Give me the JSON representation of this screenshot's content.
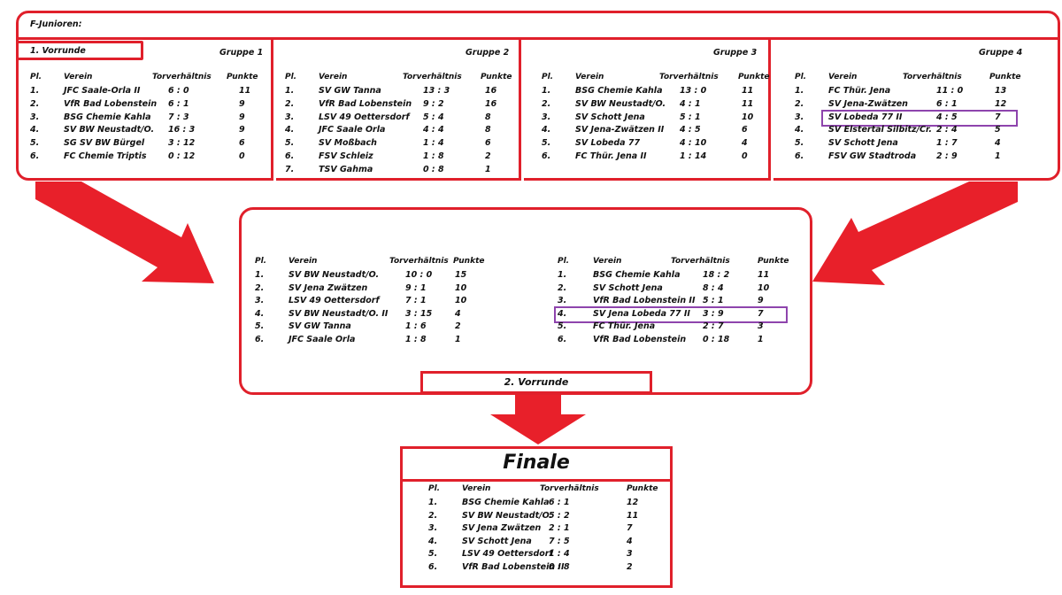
{
  "section_title": "F-Junioren:",
  "round1_label": "1.  Vorrunde",
  "round2_label": "2. Vorrunde",
  "final_label": "Finale",
  "headers": {
    "pl": "Pl.",
    "verein": "Verein",
    "tore": "Torverhältnis",
    "punkte": "Punkte"
  },
  "accent_color": "#e0202b",
  "highlight_color": "#8e44ad",
  "groups": [
    {
      "name": "Gruppe 1",
      "rows": [
        {
          "pl": "1.",
          "team": "JFC Saale-Orla II",
          "goals": "6 : 0",
          "pts": "11"
        },
        {
          "pl": "2.",
          "team": "VfR Bad Lobenstein",
          "goals": "6 : 1",
          "pts": "9"
        },
        {
          "pl": "3.",
          "team": "BSG Chemie Kahla",
          "goals": "7 : 3",
          "pts": "9"
        },
        {
          "pl": "4.",
          "team": "SV BW Neustadt/O.",
          "goals": "16 : 3",
          "pts": "9"
        },
        {
          "pl": "5.",
          "team": "SG SV BW Bürgel",
          "goals": "3 : 12",
          "pts": "6"
        },
        {
          "pl": "6.",
          "team": "FC Chemie Triptis",
          "goals": "0 : 12",
          "pts": "0"
        }
      ]
    },
    {
      "name": "Gruppe 2",
      "rows": [
        {
          "pl": "1.",
          "team": "SV GW Tanna",
          "goals": "13 : 3",
          "pts": "16"
        },
        {
          "pl": "2.",
          "team": "VfR Bad Lobenstein",
          "goals": "9 : 2",
          "pts": "16"
        },
        {
          "pl": "3.",
          "team": "LSV 49 Oettersdorf",
          "goals": "5 : 4",
          "pts": "8"
        },
        {
          "pl": "4.",
          "team": "JFC Saale Orla",
          "goals": "4 : 4",
          "pts": "8"
        },
        {
          "pl": "5.",
          "team": "SV Moßbach",
          "goals": "1 : 4",
          "pts": "6"
        },
        {
          "pl": "6.",
          "team": "FSV Schleiz",
          "goals": "1 : 8",
          "pts": "2"
        },
        {
          "pl": "7.",
          "team": "TSV Gahma",
          "goals": "0 : 8",
          "pts": "1"
        }
      ]
    },
    {
      "name": "Gruppe 3",
      "rows": [
        {
          "pl": "1.",
          "team": "BSG Chemie Kahla",
          "goals": "13 : 0",
          "pts": "11"
        },
        {
          "pl": "2.",
          "team": "SV BW Neustadt/O.",
          "goals": "4 : 1",
          "pts": "11"
        },
        {
          "pl": "3.",
          "team": "SV Schott Jena",
          "goals": "5 : 1",
          "pts": "10"
        },
        {
          "pl": "4.",
          "team": "SV Jena-Zwätzen II",
          "goals": "4 : 5",
          "pts": "6"
        },
        {
          "pl": "5.",
          "team": "SV Lobeda 77",
          "goals": "4 : 10",
          "pts": "4"
        },
        {
          "pl": "6.",
          "team": "FC Thür. Jena II",
          "goals": "1 : 14",
          "pts": "0"
        }
      ]
    },
    {
      "name": "Gruppe 4",
      "rows": [
        {
          "pl": "1.",
          "team": "FC Thür. Jena",
          "goals": "11 : 0",
          "pts": "13"
        },
        {
          "pl": "2.",
          "team": "SV Jena-Zwätzen",
          "goals": "6 : 1",
          "pts": "12"
        },
        {
          "pl": "3.",
          "team": "SV Lobeda 77 II",
          "goals": "4 : 5",
          "pts": "7"
        },
        {
          "pl": "4.",
          "team": "SV Elstertal Silbitz/Cr.",
          "goals": "2 : 4",
          "pts": "5"
        },
        {
          "pl": "5.",
          "team": "SV Schott Jena",
          "goals": "1 : 7",
          "pts": "4"
        },
        {
          "pl": "6.",
          "team": "FSV GW Stadtroda",
          "goals": "2 : 9",
          "pts": "1"
        }
      ]
    }
  ],
  "round2": [
    {
      "rows": [
        {
          "pl": "1.",
          "team": "SV BW Neustadt/O.",
          "goals": "10 : 0",
          "pts": "15"
        },
        {
          "pl": "2.",
          "team": "SV Jena Zwätzen",
          "goals": "9 : 1",
          "pts": "10"
        },
        {
          "pl": "3.",
          "team": "LSV 49 Oettersdorf",
          "goals": "7 : 1",
          "pts": "10"
        },
        {
          "pl": "4.",
          "team": "SV BW Neustadt/O. II",
          "goals": "3 : 15",
          "pts": "4"
        },
        {
          "pl": "5.",
          "team": "SV GW Tanna",
          "goals": "1 : 6",
          "pts": "2"
        },
        {
          "pl": "6.",
          "team": "JFC Saale Orla",
          "goals": "1 : 8",
          "pts": "1"
        }
      ]
    },
    {
      "rows": [
        {
          "pl": "1.",
          "team": "BSG Chemie Kahla",
          "goals": "18 : 2",
          "pts": "11"
        },
        {
          "pl": "2.",
          "team": "SV Schott Jena",
          "goals": "8 : 4",
          "pts": "10"
        },
        {
          "pl": "3.",
          "team": "VfR Bad Lobenstein II",
          "goals": "5 : 1",
          "pts": "9"
        },
        {
          "pl": "4.",
          "team": "SV Jena Lobeda 77 II",
          "goals": "3 : 9",
          "pts": "7"
        },
        {
          "pl": "5.",
          "team": "FC Thür. Jena",
          "goals": "2 : 7",
          "pts": "3"
        },
        {
          "pl": "6.",
          "team": "VfR Bad Lobenstein",
          "goals": "0 : 18",
          "pts": "1"
        }
      ]
    }
  ],
  "final": {
    "rows": [
      {
        "pl": "1.",
        "team": "BSG Chemie Kahla",
        "goals": "6 : 1",
        "pts": "12"
      },
      {
        "pl": "2.",
        "team": "SV BW Neustadt/O.",
        "goals": "5 : 2",
        "pts": "11"
      },
      {
        "pl": "3.",
        "team": "SV Jena Zwätzen",
        "goals": "2 : 1",
        "pts": "7"
      },
      {
        "pl": "4.",
        "team": "SV Schott Jena",
        "goals": "7 : 5",
        "pts": "4"
      },
      {
        "pl": "5.",
        "team": "LSV 49 Oettersdorf",
        "goals": "1 : 4",
        "pts": "3"
      },
      {
        "pl": "6.",
        "team": "VfR Bad Lobenstein II",
        "goals": "0 : 8",
        "pts": "2"
      }
    ]
  }
}
